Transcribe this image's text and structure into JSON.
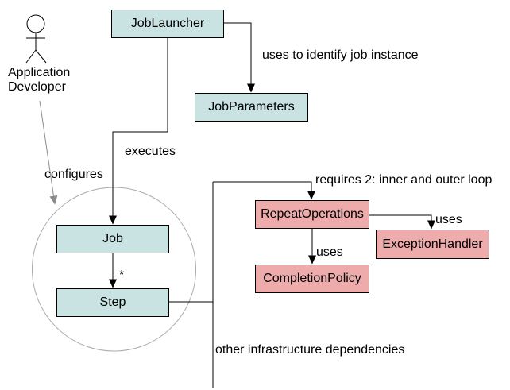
{
  "colors": {
    "background": "#ffffff",
    "node_blue": "#c9e2e2",
    "node_pink": "#edacab",
    "line": "#000000",
    "gray_line": "#8c8c8c",
    "circle_stroke": "#aaaaaa",
    "text": "#000000"
  },
  "actor": {
    "label_line1": "Application",
    "label_line2": "Developer"
  },
  "nodes": {
    "job_launcher": {
      "label": "JobLauncher"
    },
    "job_parameters": {
      "label": "JobParameters"
    },
    "job": {
      "label": "Job"
    },
    "step": {
      "label": "Step"
    },
    "repeat_operations": {
      "label": "RepeatOperations"
    },
    "exception_handler": {
      "label": "ExceptionHandler"
    },
    "completion_policy": {
      "label": "CompletionPolicy"
    }
  },
  "edge_labels": {
    "uses_to_identify": "uses to identify job instance",
    "executes": "executes",
    "configures": "configures",
    "requires_two": "requires 2: inner and outer loop",
    "uses_exception_handler": "uses",
    "uses_completion_policy": "uses",
    "other_infrastructure": "other infrastructure dependencies",
    "step_multiplicity": "*"
  }
}
